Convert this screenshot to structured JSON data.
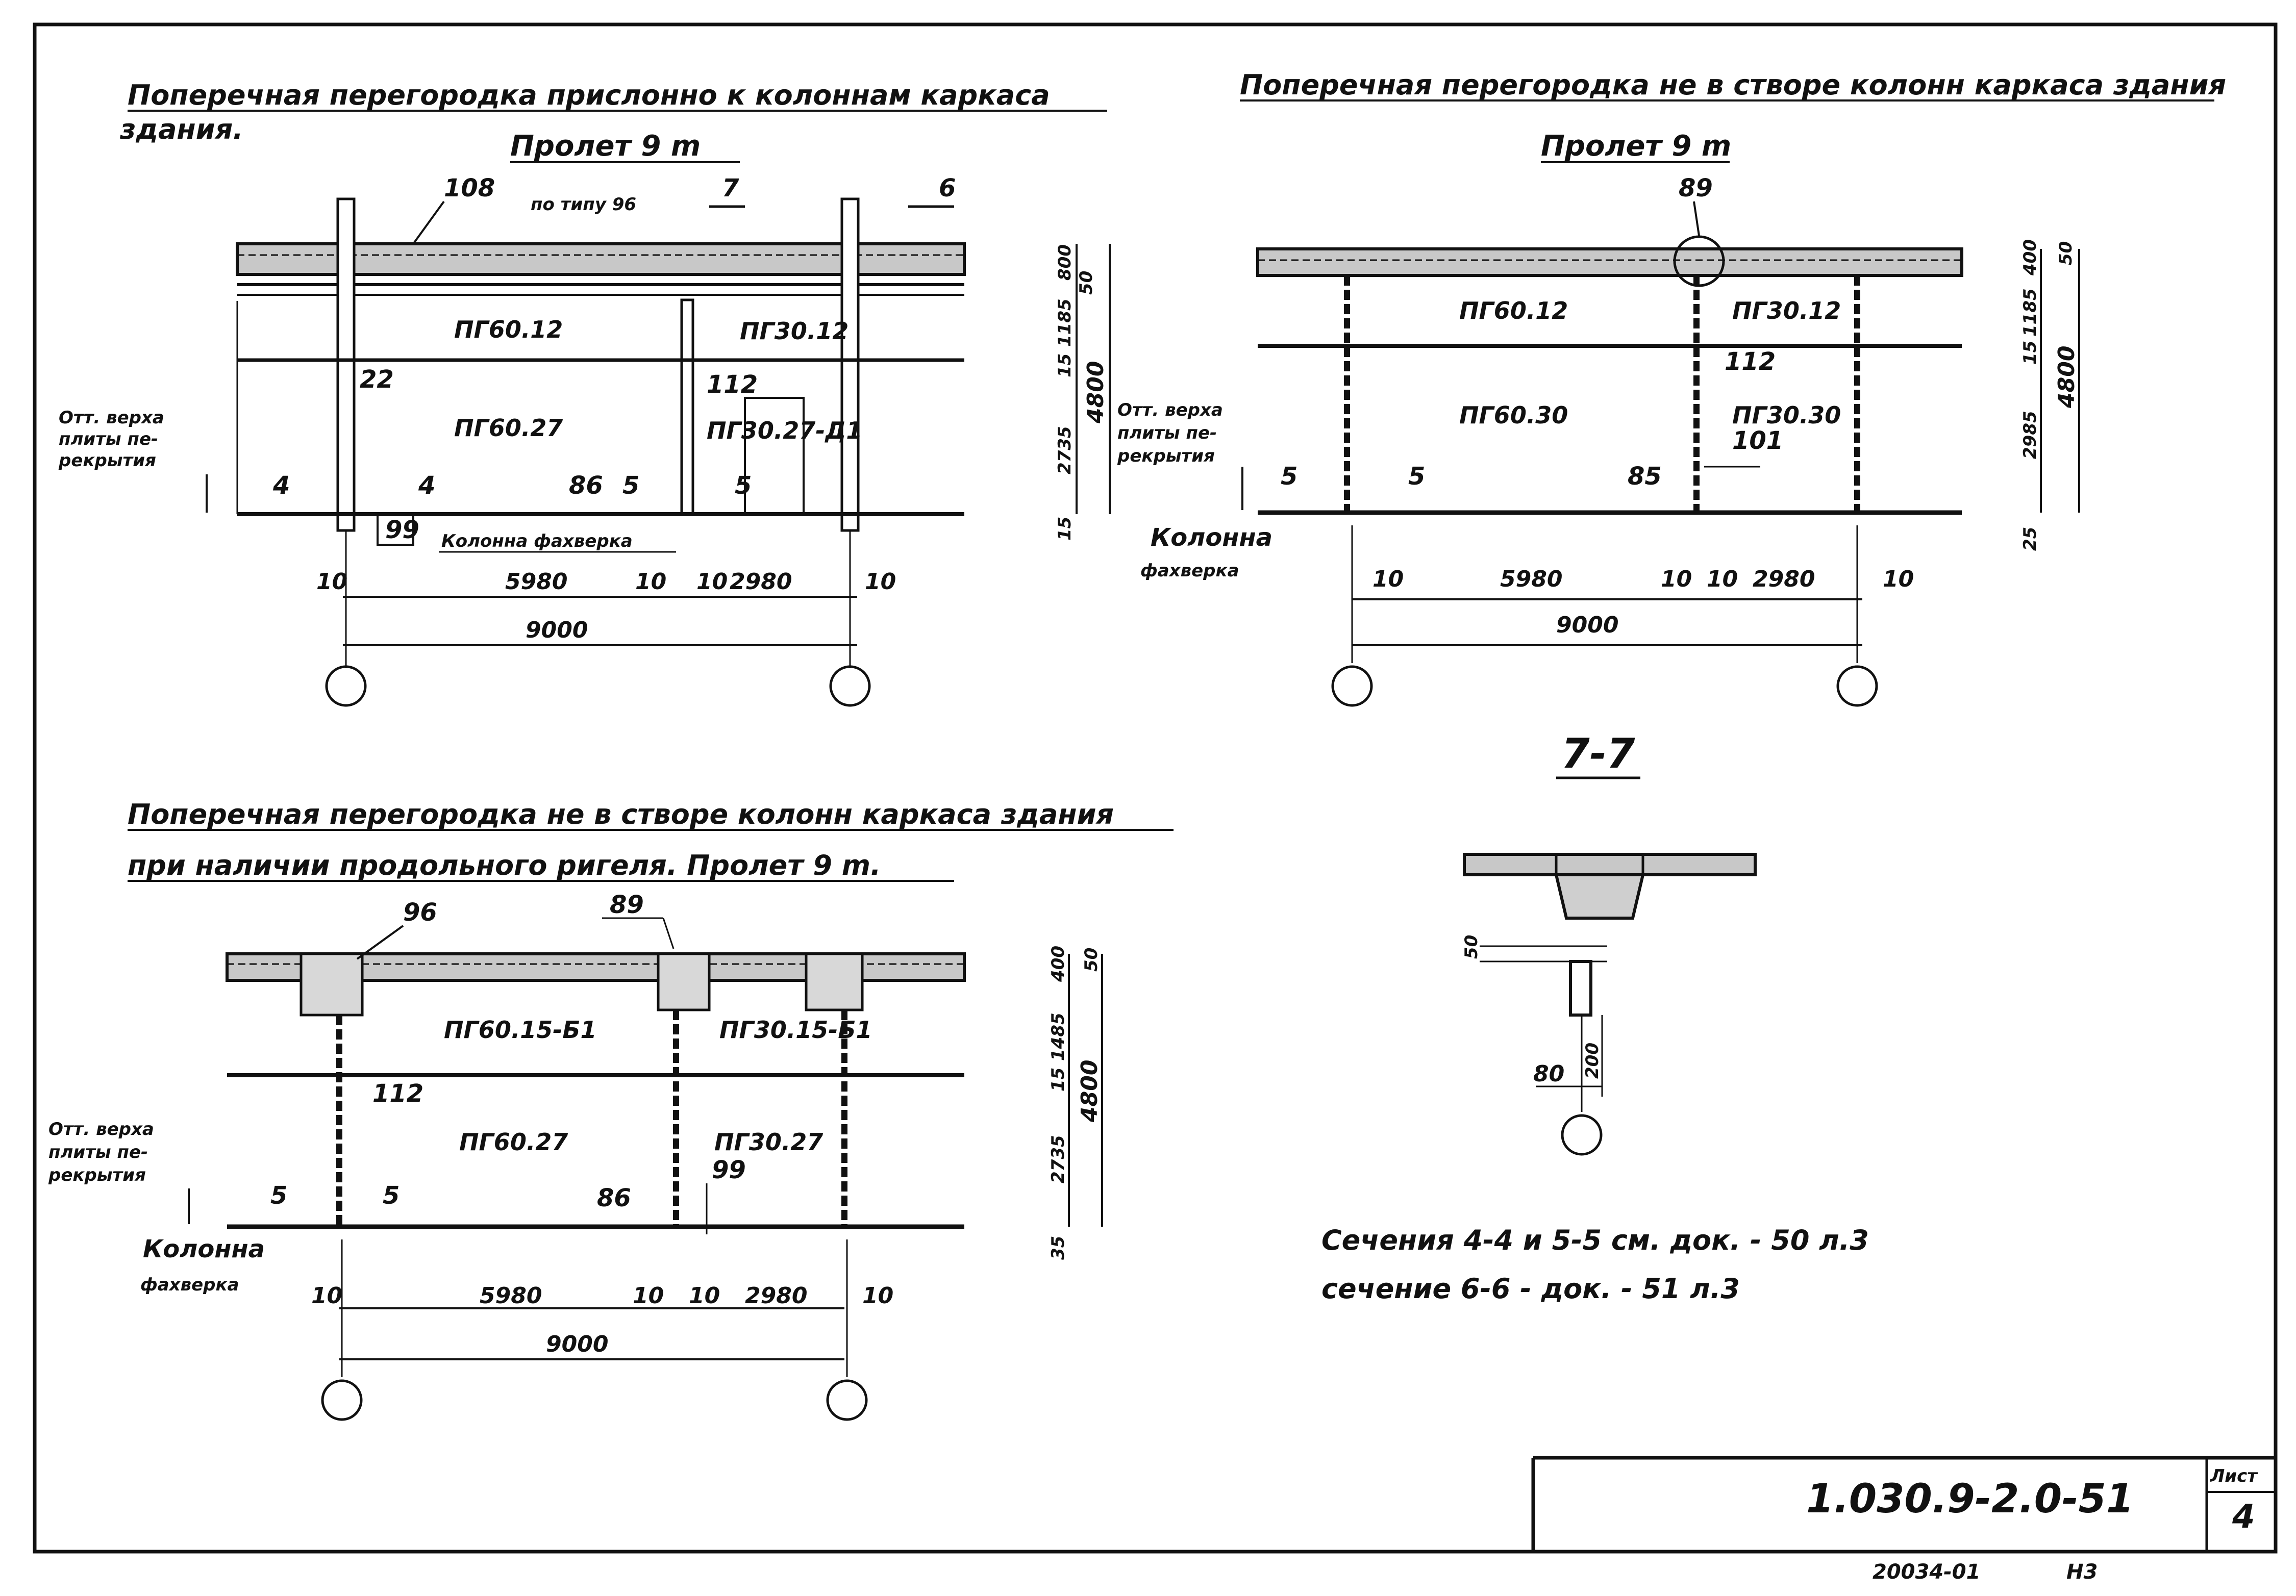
{
  "drawing": {
    "top_left": {
      "title_line1": "Поперечная перегородка прислонно к колоннам каркаса",
      "title_line2": "здания.",
      "span": "Пролет 9 m",
      "ref_108": "108",
      "type_note": "по типу 96",
      "section_7": "7",
      "section_6": "6",
      "panel_upper_left": "ПГ60.12",
      "panel_upper_right": "ПГ30.12",
      "panel_lower_left": "ПГ60.27",
      "panel_lower_right": "ПГ30.27-Д1",
      "ref_22": "22",
      "ref_112": "112",
      "ref_86": "86",
      "ref_99": "99",
      "cut_4": "4",
      "cut_5": "5",
      "level_label": [
        "Отт. верха",
        "плиты пе-",
        "рекрытия"
      ],
      "column_label": "Колонна фахверка",
      "dims_bottom": [
        "10",
        "5980",
        "10",
        "10",
        "2980",
        "10"
      ],
      "dim_total": "9000",
      "dims_right": [
        "800",
        "50",
        "1185",
        "15",
        "2735",
        "15"
      ],
      "dim_height": "4800"
    },
    "top_right": {
      "title": "Поперечная перегородка не в створе колонн каркаса здания",
      "span": "Пролет 9 m",
      "ref_89": "89",
      "panel_upper_left": "ПГ60.12",
      "panel_upper_right": "ПГ30.12",
      "panel_lower_left": "ПГ60.30",
      "panel_lower_right": "ПГ30.30",
      "ref_112": "112",
      "ref_101": "101",
      "ref_85": "85",
      "cut_5": "5",
      "level_label": [
        "Отт. верха",
        "плиты пе-",
        "рекрытия"
      ],
      "column_label": [
        "Колонна",
        "фахверка"
      ],
      "dims_bottom": [
        "10",
        "5980",
        "10",
        "10",
        "2980",
        "10"
      ],
      "dim_total": "9000",
      "dims_right": [
        "400",
        "50",
        "1185",
        "15",
        "2985",
        "25"
      ],
      "dim_height": "4800"
    },
    "bottom_left": {
      "title_line1": "Поперечная перегородка не в створе колонн каркаса здания",
      "title_line2": "при наличии продольного ригеля. Пролет 9 m.",
      "ref_96": "96",
      "ref_89": "89",
      "panel_upper_left": "ПГ60.15-Б1",
      "panel_upper_right": "ПГ30.15-Б1",
      "panel_lower_left": "ПГ60.27",
      "panel_lower_right": "ПГ30.27",
      "ref_112": "112",
      "ref_86": "86",
      "ref_99": "99",
      "cut_5": "5",
      "level_label": [
        "Отт. верха",
        "плиты пе-",
        "рекрытия"
      ],
      "column_label": [
        "Колонна",
        "фахверка"
      ],
      "dims_bottom": [
        "10",
        "5980",
        "10",
        "10",
        "2980",
        "10"
      ],
      "dim_total": "9000",
      "dims_right": [
        "400",
        "50",
        "1485",
        "15",
        "2735",
        "35"
      ],
      "dim_height": "4800"
    },
    "section": {
      "title": "7-7",
      "dim_50": "50",
      "dim_80": "80",
      "dim_200": "200"
    },
    "notes": [
      "Сечения 4-4 и 5-5 см. док. - 50 л.3",
      "сечение 6-6 - док. - 51 л.3"
    ],
    "title_block": {
      "code": "1.030.9-2.0-51",
      "sheet_label": "Лист",
      "sheet_number": "4"
    },
    "stamp": {
      "inventory": "20034-01",
      "format": "Н3"
    }
  }
}
